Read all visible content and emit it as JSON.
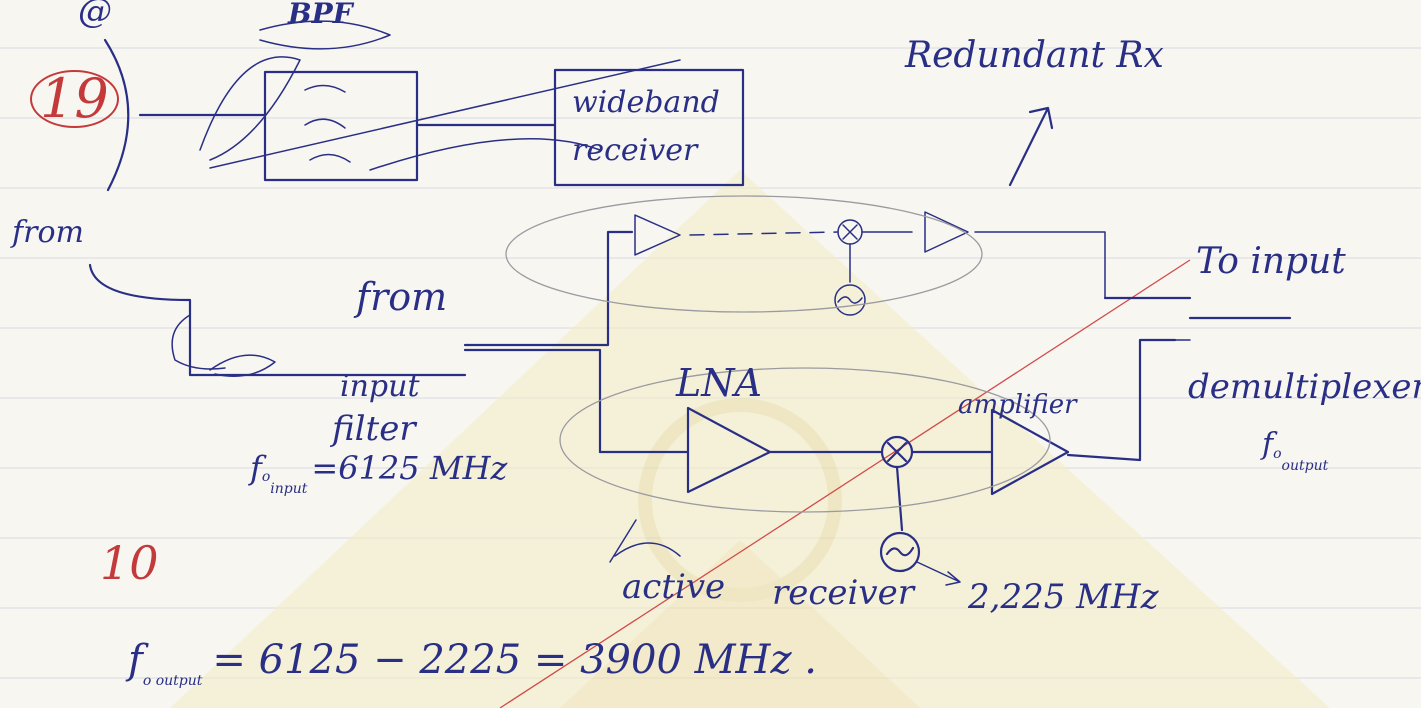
{
  "labels": {
    "part": "@",
    "question": "19",
    "bpf": "BPF",
    "wideband": "wideband",
    "receiver_box": "receiver",
    "redundant": "Redundant Rx",
    "from_left": "from",
    "from_mid": "from",
    "input": "input",
    "filter": "filter",
    "f_input_main": "f",
    "f_input_sub_o": "o",
    "f_input_sub": "input",
    "f_input_value": "=6125 MHz",
    "lna": "LNA",
    "amplifier": "amplifier",
    "to_input": "To input",
    "demultiplexer": "demultiplexer",
    "f_output_main": "f",
    "f_output_sub_o": "o",
    "f_output_sub": "output",
    "active_receiver_a": "active",
    "active_receiver_b": "receiver",
    "lo_freq": "2,225 MHz",
    "mark": "10",
    "equation_lhs_f": "f",
    "equation_lhs_sub": "o output",
    "equation": "= 6125 − 2225  =  3900 MHz ."
  },
  "colors": {
    "ink": "#2a2f86",
    "red_ink": "#c43a3a",
    "paper": "#f7f6f1",
    "ruled_lines": "#d9dae3"
  }
}
